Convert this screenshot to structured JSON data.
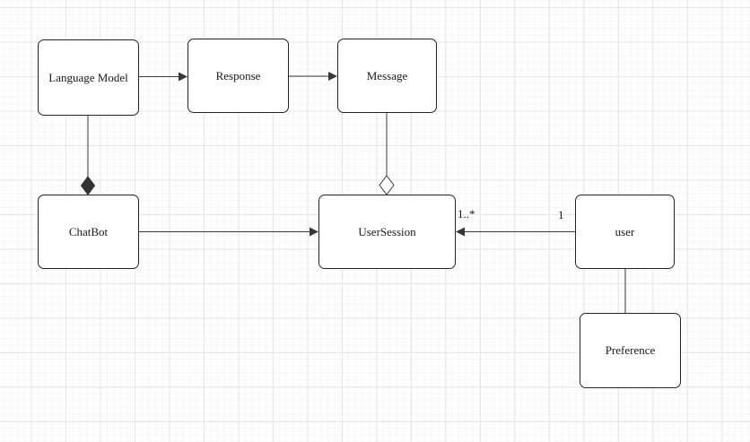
{
  "diagram": {
    "nodes": {
      "language_model": {
        "label": "Language Model"
      },
      "response": {
        "label": "Response"
      },
      "message": {
        "label": "Message"
      },
      "chatbot": {
        "label": "ChatBot"
      },
      "user_session": {
        "label": "UserSession"
      },
      "user": {
        "label": "user"
      },
      "preference": {
        "label": "Preference"
      }
    },
    "edge_labels": {
      "usersession_multiplicity": "1..*",
      "user_multiplicity": "1"
    },
    "colors": {
      "canvas": "#ffffff",
      "grid_major": "#e7e7e7",
      "grid_minor": "#f6f6f6",
      "node_fill": "#ffffff",
      "node_border": "#242424",
      "edge": "#383838",
      "composition_diamond_fill": "#333333",
      "aggregation_diamond_fill": "#ffffff"
    }
  }
}
